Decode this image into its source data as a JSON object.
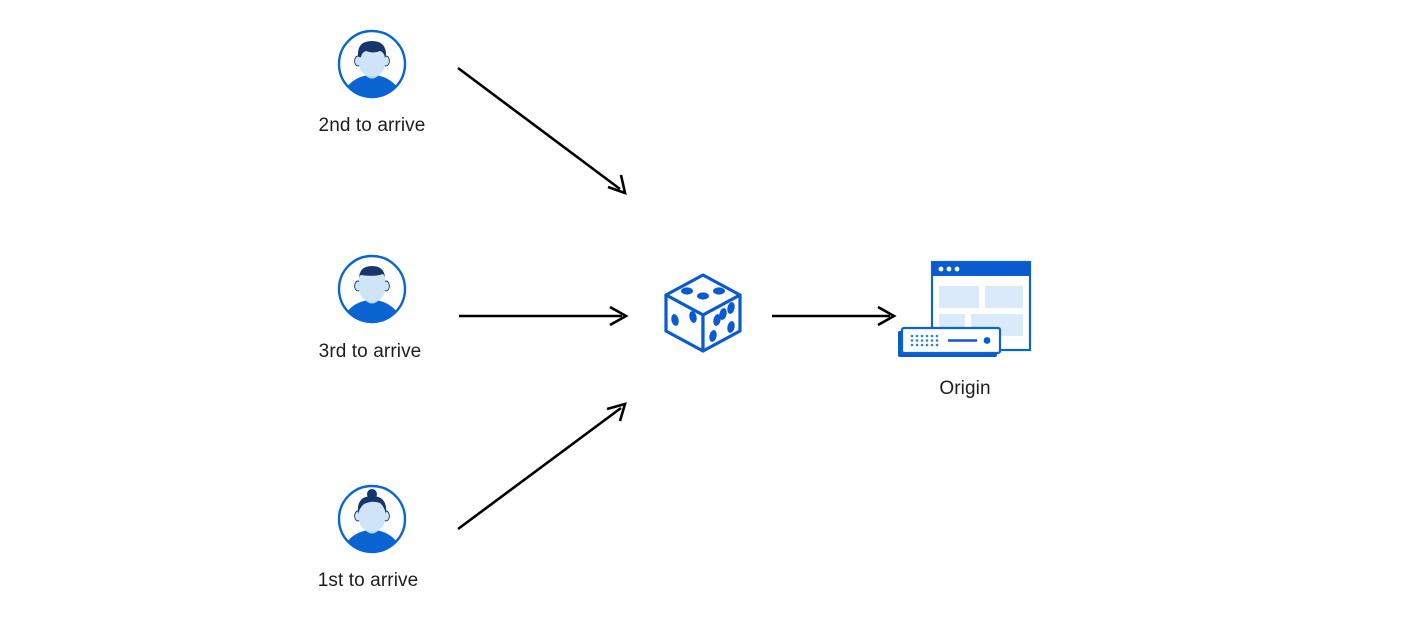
{
  "diagram": {
    "title": "Load balancing random selection to origin",
    "background_color": "#ffffff",
    "accent_blue": "#0a64d2",
    "light_blue": "#cfe4f7",
    "dark_navy": "#17366b",
    "arrow_color": "#000000",
    "text_color": "#1d1d1d"
  },
  "clients": [
    {
      "id": "client-0",
      "label": "2nd to arrive",
      "icon": "user-avatar-icon",
      "hair_style": "wavy-short"
    },
    {
      "id": "client-1",
      "label": "3rd to arrive",
      "icon": "user-avatar-icon",
      "hair_style": "cropped"
    },
    {
      "id": "client-2",
      "label": "1st to arrive",
      "icon": "user-avatar-icon",
      "hair_style": "bun"
    }
  ],
  "randomizer": {
    "id": "randomizer",
    "icon": "dice-icon",
    "label": "",
    "pips": {
      "top_face": 3,
      "left_face": 2,
      "right_face": 5
    }
  },
  "origin": {
    "id": "origin",
    "label": "Origin",
    "icon": "origin-server-icon",
    "browser_window": {
      "titlebar_dots": 3,
      "content_blocks": 4
    },
    "server_device": {
      "port_dot_columns": 6,
      "port_dot_rows": 3,
      "status_led": 1
    }
  },
  "arrows": [
    {
      "id": "arrow-client-0-to-randomizer",
      "from": "client-0",
      "to": "randomizer",
      "direction": "down-right"
    },
    {
      "id": "arrow-client-1-to-randomizer",
      "from": "client-1",
      "to": "randomizer",
      "direction": "right"
    },
    {
      "id": "arrow-client-2-to-randomizer",
      "from": "client-2",
      "to": "randomizer",
      "direction": "up-right"
    },
    {
      "id": "arrow-randomizer-to-origin",
      "from": "randomizer",
      "to": "origin",
      "direction": "right"
    }
  ]
}
